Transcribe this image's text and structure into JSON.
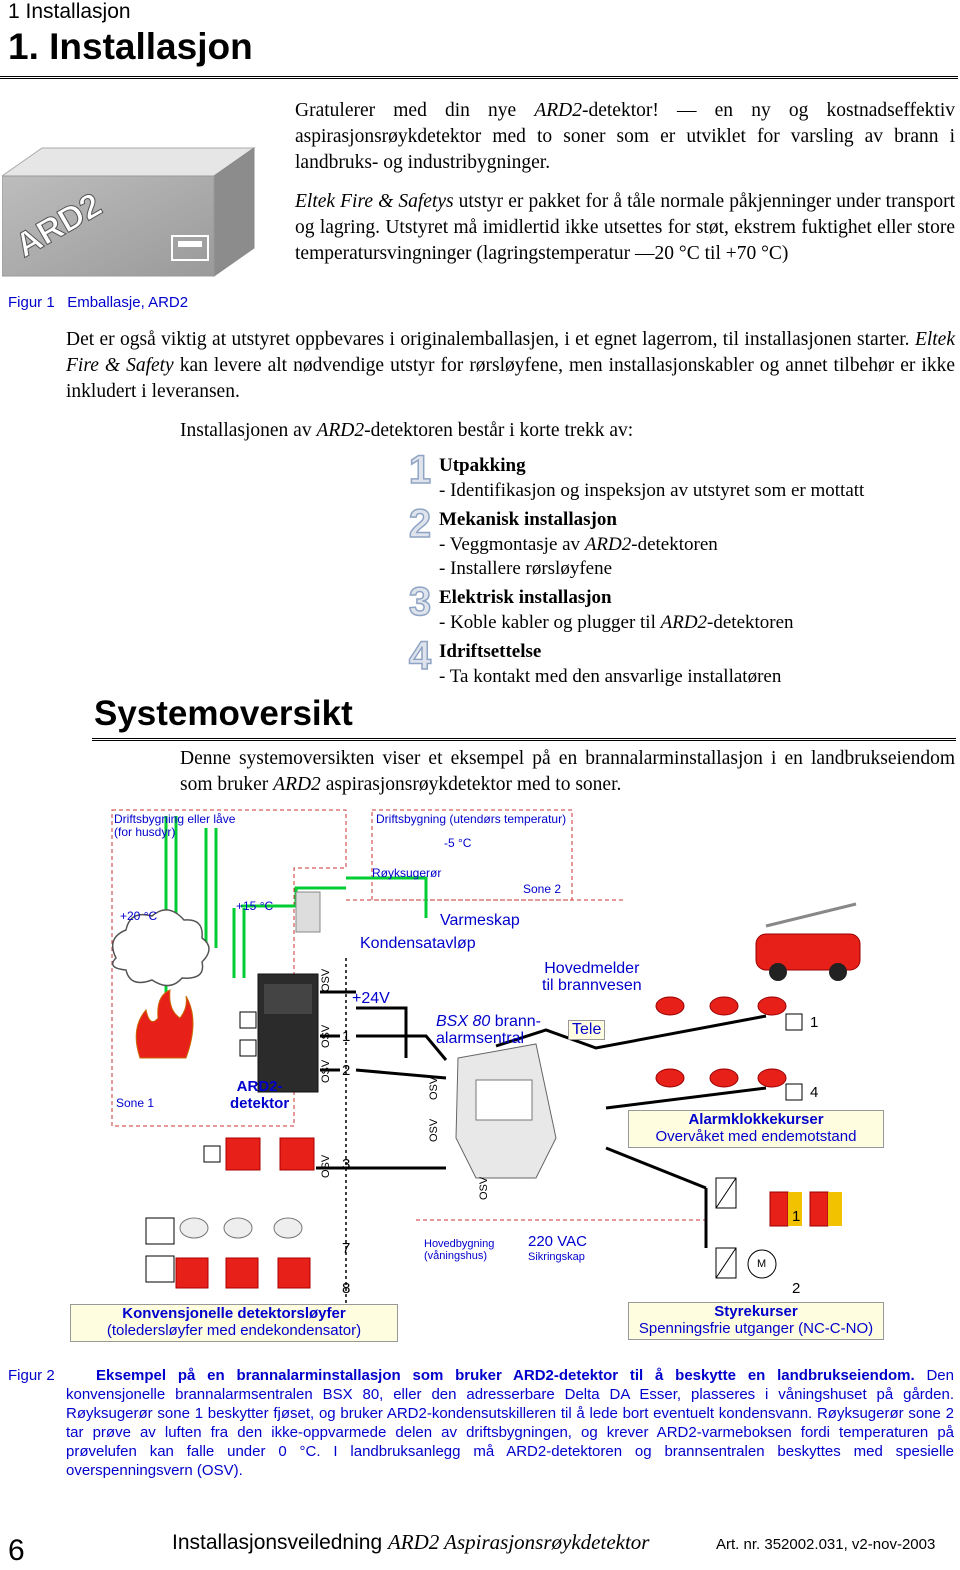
{
  "header": {
    "running_title": "1 Installasjon",
    "chapter_title": "1.   Installasjon"
  },
  "figure1": {
    "box_logo": "ARD2",
    "caption_label": "Figur 1",
    "caption_text": "Emballasje, ARD2"
  },
  "intro": {
    "p1_a": "Gratulerer med din nye ",
    "p1_b": "ARD2",
    "p1_c": "-detektor!  — en ny og kostnadseffektiv aspirasjonsrøykdetektor med to soner som er utviklet for varsling av brann i landbruks- og industribygninger.",
    "p2_a": "Eltek Fire & Safetys",
    "p2_b": " utstyr er pakket for å tåle normale påkjenninger under transport og lagring. ",
    "p2_c": "Utstyret må imidlertid ikke utsettes for støt, ekstrem fuktighet eller store temperatursvingninger (lagringstemperatur —20 °C til +70 °C)",
    "p3_a": "Det er også viktig at utstyret oppbevares i originalemballasjen, i et egnet lagerrom, til installasjonen starter. ",
    "p3_b": "Eltek Fire & Safety",
    "p3_c": " kan levere alt nødvendige utstyr for rørsløyfene, men installasjonskabler og annet tilbehør er ikke inkludert i leveransen."
  },
  "steps_intro": {
    "a": "Installasjonen av ",
    "b": "ARD2",
    "c": "-detektoren består i korte trekk av:"
  },
  "steps": [
    {
      "num": "1",
      "title": "Utpakking",
      "lines": [
        "- Identifikasjon og inspeksjon av utstyret som er mottatt"
      ]
    },
    {
      "num": "2",
      "title": "Mekanisk installasjon",
      "lines": [
        "- Veggmontasje av ARD2-detektoren",
        "- Installere rørsløyfene"
      ]
    },
    {
      "num": "3",
      "title": "Elektrisk installasjon",
      "lines": [
        "- Koble kabler og plugger til ARD2-detektoren"
      ]
    },
    {
      "num": "4",
      "title": "Idriftsettelse",
      "lines": [
        "- Ta kontakt med den ansvarlige installatøren"
      ]
    }
  ],
  "system": {
    "heading": "Systemoversikt",
    "p_a": "Denne systemoversikten viser et eksempel på en brannalarminstallasjon i en landbrukseiendom som bruker ",
    "p_b": "ARD2",
    "p_c": " aspirasjonsrøykdetektor med to soner."
  },
  "diagram": {
    "barn_label": "Driftsbygning eller låve\n(for husdyr)",
    "outdoor_label": "Driftsbygning (utendørs temperatur)",
    "outdoor_temp": "-5 °C",
    "smoke_pipe": "Røyksugerør",
    "zone2": "Sone 2",
    "temp_20": "+20 °C",
    "temp_15": "+15 °C",
    "heat_box": "Varmeskap",
    "condensate": "Kondensatavløp",
    "main_alarm": "Hovedmelder\ntil brannvesen",
    "plus24": "+24V",
    "bsx_italic": "BSX 80",
    "bsx_rest": " brann-\nalarmsentral",
    "tele": "Tele",
    "osv": "OSV",
    "n1": "1",
    "n2": "2",
    "n3": "3",
    "n4": "4",
    "n7": "7",
    "n8": "8",
    "zone1": "Sone 1",
    "ard2_detector": "ARD2-\ndetektor",
    "bell_title": "Alarmklokkekurser",
    "bell_sub": "Overvåket med endemotstand",
    "main_building": "Hovedbygning\n(våningshus)",
    "vac": "220 VAC",
    "fuse": "Sikringskap",
    "motor": "M",
    "conv_title": "Konvensjonelle detektorsløyfer",
    "conv_sub": "(toledersløyfer med endekondensator)",
    "ctrl_title": "Styrekurser",
    "ctrl_sub": "Spenningsfrie utganger (NC-C-NO)"
  },
  "figure2": {
    "label": "Figur 2",
    "bold": "Eksempel på en brannalarminstallasjon som bruker ARD2-detektor til å beskytte en landbrukseiendom.",
    "body": "Den konvensjonelle brannalarmsentralen BSX 80, eller den adresserbare Delta DA Esser, plasseres i våningshuset på gården. Røyksugerør sone 1 beskytter fjøset, og bruker ARD2-kondensutskilleren til å lede bort eventuelt kondensvann. Røyksugerør sone 2 tar prøve av luften fra den ikke-oppvarmede delen av driftsbygningen, og krever ARD2-varmeboksen fordi temperaturen på prøvelufen kan falle under 0 °C. I landbruksanlegg må ARD2-detektoren og brannsentralen beskyttes med spesielle overspenningsvern (OSV)."
  },
  "footer": {
    "page_number": "6",
    "title_a": "Installasjonsveiledning ",
    "title_b": "ARD2 Aspirasjonsrøykdetektor",
    "art": "Art. nr. 352002.031, v2-nov-2003"
  },
  "colors": {
    "pipe_green": "#00cc33",
    "caption_blue": "#0000cc",
    "label_bg": "#fffde0",
    "alarm_red": "#e8201a"
  }
}
